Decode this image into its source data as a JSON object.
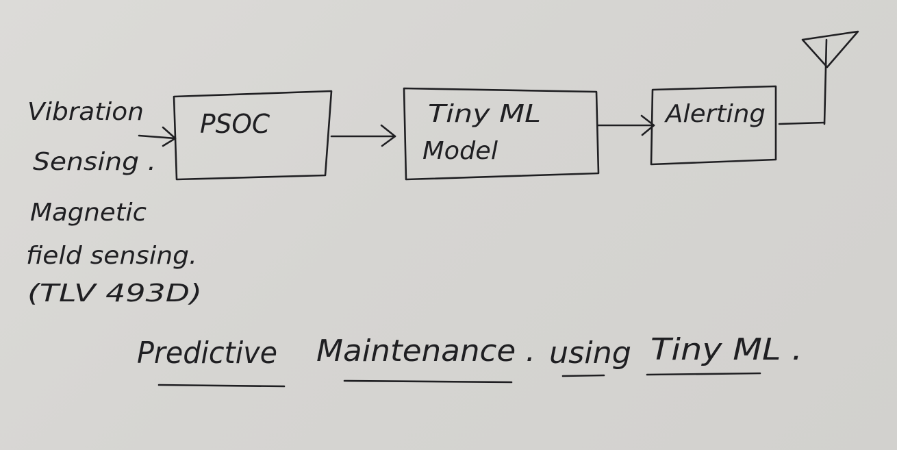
{
  "inputs": {
    "line1": "Vibration",
    "line2": "Sensing .",
    "line3": "Magnetic",
    "line4": "field sensing.",
    "line5": "(TLV 493D)"
  },
  "blocks": {
    "psoc": "PSOC",
    "tinyml_line1": "Tiny ML",
    "tinyml_line2": "Model",
    "alerting": "Alerting"
  },
  "caption": {
    "word1": "Predictive",
    "word2": "Maintenance .",
    "word3": "using",
    "word4": "Tiny ML ."
  }
}
